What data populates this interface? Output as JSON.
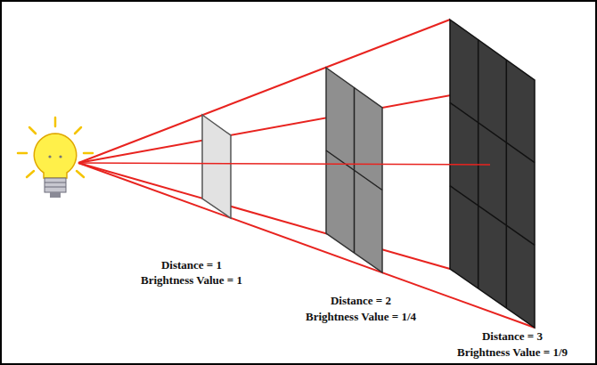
{
  "diagram": {
    "labels": [
      "Distance = 1",
      "Brightness Value = 1",
      "Distance = 2",
      "Brightness Value = 1/4",
      "Distance = 3",
      "Brightness Value = 1/9"
    ]
  }
}
